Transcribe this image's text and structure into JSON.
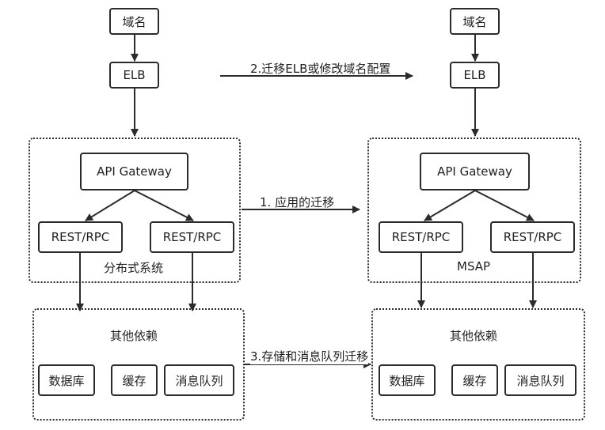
{
  "left": {
    "domain": "域名",
    "elb": "ELB",
    "gateway": "API Gateway",
    "rest1": "REST/RPC",
    "rest2": "REST/RPC",
    "system_label": "分布式系统",
    "deps_title": "其他依赖",
    "db": "数据库",
    "cache": "缓存",
    "mq": "消息队列"
  },
  "right": {
    "domain": "域名",
    "elb": "ELB",
    "gateway": "API Gateway",
    "rest1": "REST/RPC",
    "rest2": "REST/RPC",
    "system_label": "MSAP",
    "deps_title": "其他依赖",
    "db": "数据库",
    "cache": "缓存",
    "mq": "消息队列"
  },
  "migrations": {
    "elb": "2.迁移ELB或修改域名配置",
    "app": "1. 应用的迁移",
    "storage": "3.存储和消息队列迁移"
  }
}
